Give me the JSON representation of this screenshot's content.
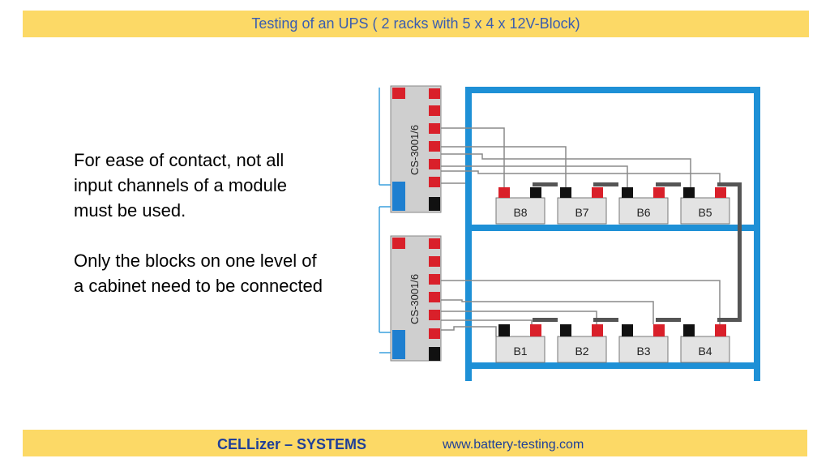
{
  "header": {
    "title": "Testing of an UPS ( 2 racks with 5 x 4 x 12V-Block)"
  },
  "body": {
    "paragraph1": "For ease of contact, not all input channels of a module must be used.",
    "paragraph2": "Only the blocks on one level of a cabinet need to be connected"
  },
  "diagram": {
    "module_label": "CS-3001/6",
    "top_blocks": [
      "B8",
      "B7",
      "B6",
      "B5"
    ],
    "bottom_blocks": [
      "B1",
      "B2",
      "B3",
      "B4"
    ]
  },
  "footer": {
    "brand": "CELLizer – SYSTEMS",
    "url": "www.battery-testing.com"
  },
  "colors": {
    "banner": "#fcd966",
    "rack": "#1e90d6",
    "terminal_positive": "#d9202a",
    "terminal_negative": "#111111",
    "text_blue": "#1f3f99"
  }
}
